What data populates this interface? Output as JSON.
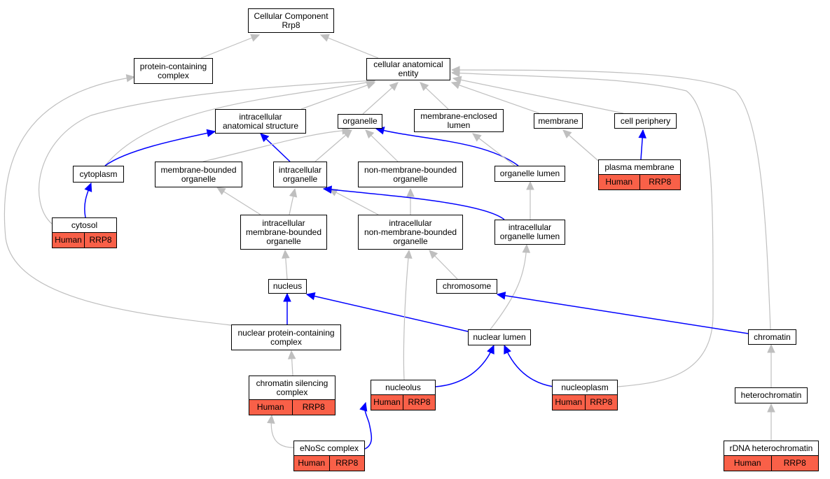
{
  "colors": {
    "is_a_edge": "#bfbfbf",
    "part_of_edge": "#0000ff",
    "annotation_fill": "#f96048",
    "node_border": "#000000"
  },
  "nodes": [
    {
      "id": "root",
      "lines": [
        "Cellular Component",
        "Rrp8"
      ]
    },
    {
      "id": "protein-containing-complex",
      "lines": [
        "protein-containing",
        "complex"
      ]
    },
    {
      "id": "cellular-anatomical-entity",
      "lines": [
        "cellular anatomical",
        "entity"
      ]
    },
    {
      "id": "intracellular-anatomical-structure",
      "lines": [
        "intracellular",
        "anatomical structure"
      ]
    },
    {
      "id": "organelle",
      "lines": [
        "organelle"
      ]
    },
    {
      "id": "membrane-enclosed-lumen",
      "lines": [
        "membrane-enclosed",
        "lumen"
      ]
    },
    {
      "id": "membrane",
      "lines": [
        "membrane"
      ]
    },
    {
      "id": "cell-periphery",
      "lines": [
        "cell periphery"
      ]
    },
    {
      "id": "cytoplasm",
      "lines": [
        "cytoplasm"
      ]
    },
    {
      "id": "membrane-bounded-organelle",
      "lines": [
        "membrane-bounded",
        "organelle"
      ]
    },
    {
      "id": "intracellular-organelle",
      "lines": [
        "intracellular",
        "organelle"
      ]
    },
    {
      "id": "non-membrane-bounded-organelle",
      "lines": [
        "non-membrane-bounded",
        "organelle"
      ]
    },
    {
      "id": "organelle-lumen",
      "lines": [
        "organelle lumen"
      ]
    },
    {
      "id": "plasma-membrane",
      "lines": [
        "plasma membrane"
      ],
      "annotation": [
        "Human",
        "RRP8"
      ]
    },
    {
      "id": "cytosol",
      "lines": [
        "cytosol"
      ],
      "annotation": [
        "Human",
        "RRP8"
      ]
    },
    {
      "id": "intracellular-membrane-bounded-organelle",
      "lines": [
        "intracellular",
        "membrane-bounded",
        "organelle"
      ]
    },
    {
      "id": "intracellular-non-membrane-bounded-organelle",
      "lines": [
        "intracellular",
        "non-membrane-bounded",
        "organelle"
      ]
    },
    {
      "id": "intracellular-organelle-lumen",
      "lines": [
        "intracellular",
        "organelle lumen"
      ]
    },
    {
      "id": "nucleus",
      "lines": [
        "nucleus"
      ]
    },
    {
      "id": "chromosome",
      "lines": [
        "chromosome"
      ]
    },
    {
      "id": "nuclear-protein-containing-complex",
      "lines": [
        "nuclear protein-containing",
        "complex"
      ]
    },
    {
      "id": "nuclear-lumen",
      "lines": [
        "nuclear lumen"
      ]
    },
    {
      "id": "chromatin",
      "lines": [
        "chromatin"
      ]
    },
    {
      "id": "chromatin-silencing-complex",
      "lines": [
        "chromatin silencing",
        "complex"
      ],
      "annotation": [
        "Human",
        "RRP8"
      ]
    },
    {
      "id": "nucleolus",
      "lines": [
        "nucleolus"
      ],
      "annotation": [
        "Human",
        "RRP8"
      ]
    },
    {
      "id": "nucleoplasm",
      "lines": [
        "nucleoplasm"
      ],
      "annotation": [
        "Human",
        "RRP8"
      ]
    },
    {
      "id": "heterochromatin",
      "lines": [
        "heterochromatin"
      ]
    },
    {
      "id": "enosc-complex",
      "lines": [
        "eNoSc complex"
      ],
      "annotation": [
        "Human",
        "RRP8"
      ]
    },
    {
      "id": "rdna-heterochromatin",
      "lines": [
        "rDNA heterochromatin"
      ],
      "annotation": [
        "Human",
        "RRP8"
      ]
    }
  ],
  "edges": [
    {
      "from": "protein-containing-complex",
      "to": "root",
      "type": "is_a"
    },
    {
      "from": "cellular-anatomical-entity",
      "to": "root",
      "type": "is_a"
    },
    {
      "from": "intracellular-anatomical-structure",
      "to": "cellular-anatomical-entity",
      "type": "is_a"
    },
    {
      "from": "organelle",
      "to": "cellular-anatomical-entity",
      "type": "is_a"
    },
    {
      "from": "membrane-enclosed-lumen",
      "to": "cellular-anatomical-entity",
      "type": "is_a"
    },
    {
      "from": "membrane",
      "to": "cellular-anatomical-entity",
      "type": "is_a"
    },
    {
      "from": "cell-periphery",
      "to": "cellular-anatomical-entity",
      "type": "is_a"
    },
    {
      "from": "cytoplasm",
      "to": "cellular-anatomical-entity",
      "type": "is_a"
    },
    {
      "from": "cytosol",
      "to": "cellular-anatomical-entity",
      "type": "is_a"
    },
    {
      "from": "nuclear-protein-containing-complex",
      "to": "protein-containing-complex",
      "type": "is_a"
    },
    {
      "from": "chromatin",
      "to": "cellular-anatomical-entity",
      "type": "is_a"
    },
    {
      "from": "nucleoplasm",
      "to": "cellular-anatomical-entity",
      "type": "is_a"
    },
    {
      "from": "cytoplasm",
      "to": "intracellular-anatomical-structure",
      "type": "part_of"
    },
    {
      "from": "intracellular-organelle",
      "to": "intracellular-anatomical-structure",
      "type": "part_of"
    },
    {
      "from": "membrane-bounded-organelle",
      "to": "organelle",
      "type": "is_a"
    },
    {
      "from": "intracellular-organelle",
      "to": "organelle",
      "type": "is_a"
    },
    {
      "from": "non-membrane-bounded-organelle",
      "to": "organelle",
      "type": "is_a"
    },
    {
      "from": "organelle-lumen",
      "to": "organelle",
      "type": "part_of"
    },
    {
      "from": "organelle-lumen",
      "to": "membrane-enclosed-lumen",
      "type": "is_a"
    },
    {
      "from": "plasma-membrane",
      "to": "membrane",
      "type": "is_a"
    },
    {
      "from": "plasma-membrane",
      "to": "cell-periphery",
      "type": "part_of"
    },
    {
      "from": "cytosol",
      "to": "cytoplasm",
      "type": "part_of"
    },
    {
      "from": "intracellular-membrane-bounded-organelle",
      "to": "membrane-bounded-organelle",
      "type": "is_a"
    },
    {
      "from": "intracellular-membrane-bounded-organelle",
      "to": "intracellular-organelle",
      "type": "is_a"
    },
    {
      "from": "intracellular-non-membrane-bounded-organelle",
      "to": "intracellular-organelle",
      "type": "is_a"
    },
    {
      "from": "intracellular-non-membrane-bounded-organelle",
      "to": "non-membrane-bounded-organelle",
      "type": "is_a"
    },
    {
      "from": "intracellular-organelle-lumen",
      "to": "intracellular-organelle",
      "type": "part_of"
    },
    {
      "from": "intracellular-organelle-lumen",
      "to": "organelle-lumen",
      "type": "is_a"
    },
    {
      "from": "nucleus",
      "to": "intracellular-membrane-bounded-organelle",
      "type": "is_a"
    },
    {
      "from": "chromosome",
      "to": "intracellular-non-membrane-bounded-organelle",
      "type": "is_a"
    },
    {
      "from": "nuclear-protein-containing-complex",
      "to": "nucleus",
      "type": "part_of"
    },
    {
      "from": "nuclear-lumen",
      "to": "nucleus",
      "type": "part_of"
    },
    {
      "from": "nuclear-lumen",
      "to": "intracellular-organelle-lumen",
      "type": "is_a"
    },
    {
      "from": "chromatin",
      "to": "chromosome",
      "type": "part_of"
    },
    {
      "from": "chromatin-silencing-complex",
      "to": "nuclear-protein-containing-complex",
      "type": "is_a"
    },
    {
      "from": "nucleolus",
      "to": "intracellular-non-membrane-bounded-organelle",
      "type": "is_a"
    },
    {
      "from": "nucleolus",
      "to": "nuclear-lumen",
      "type": "part_of"
    },
    {
      "from": "nucleoplasm",
      "to": "nuclear-lumen",
      "type": "part_of"
    },
    {
      "from": "heterochromatin",
      "to": "chromatin",
      "type": "is_a"
    },
    {
      "from": "enosc-complex",
      "to": "chromatin-silencing-complex",
      "type": "is_a"
    },
    {
      "from": "enosc-complex",
      "to": "nucleolus",
      "type": "part_of"
    },
    {
      "from": "rdna-heterochromatin",
      "to": "heterochromatin",
      "type": "is_a"
    }
  ]
}
